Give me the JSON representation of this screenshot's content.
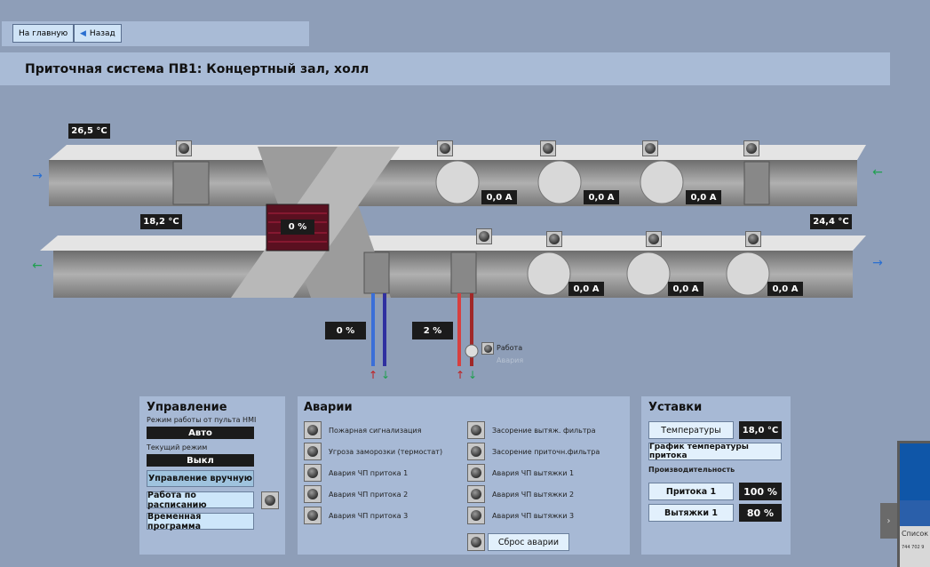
{
  "nav": {
    "home": "На главную",
    "back": "Назад"
  },
  "title": "Приточная система ПВ1: Концертный зал, холл",
  "scheme": {
    "temp_top_left": "26,5 °C",
    "temp_mid_left": "18,2 °C",
    "temp_right": "24,4 °C",
    "damper": "0 %",
    "exhaust_fans": [
      "0,0 A",
      "0,0 A",
      "0,0 A"
    ],
    "supply_fans": [
      "0,0 A",
      "0,0 A",
      "0,0 A"
    ],
    "valve_cool": "0 %",
    "valve_heat": "2 %",
    "pump_run": "Работа",
    "pump_fault": "Авария"
  },
  "control": {
    "title": "Управление",
    "hmi_label": "Режим работы от пульта HMI",
    "hmi_value": "Авто",
    "cur_label": "Текущий режим",
    "cur_value": "Выкл",
    "manual": "Управление вручную",
    "schedule": "Работа по расписанию",
    "program": "Временная программа"
  },
  "alarms": {
    "title": "Аварии",
    "left": [
      "Пожарная сигнализация",
      "Угроза заморозки (термостат)",
      "Авария ЧП притока 1",
      "Авария ЧП притока 2",
      "Авария ЧП притока 3"
    ],
    "right": [
      "Засорение вытяж. фильтра",
      "Засорение приточн.фильтра",
      "Авария ЧП вытяжки 1",
      "Авария ЧП вытяжки 2",
      "Авария ЧП вытяжки 3"
    ],
    "reset": "Сброс аварии"
  },
  "setpoints": {
    "title": "Уставки",
    "temps": "Температуры",
    "temp_value": "18,0 °C",
    "graph": "График температуры притока",
    "perf": "Производительность",
    "supply": "Притока 1",
    "supply_value": "100 %",
    "exhaust": "Вытяжки 1",
    "exhaust_value": "80 %"
  },
  "teamviewer": {
    "list": "Список",
    "id": "744 702 9"
  }
}
